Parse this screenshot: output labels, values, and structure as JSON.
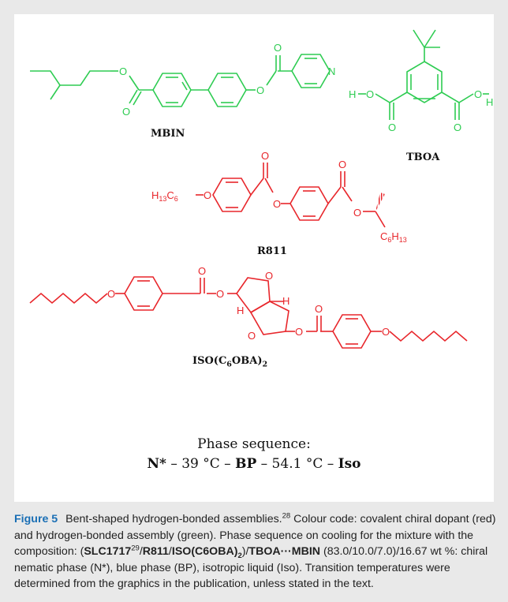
{
  "compounds": {
    "mbin": {
      "label": "MBIN",
      "color": "#2ecc52"
    },
    "tboa": {
      "label": "TBOA",
      "color": "#2ecc52"
    },
    "r811": {
      "label": "R811",
      "color": "#e8262b"
    },
    "iso": {
      "label_main": "ISO(C",
      "label_sub": "6",
      "label_mid": "OBA)",
      "label_sub2": "2",
      "color": "#e8262b"
    }
  },
  "atoms": {
    "o": "O",
    "n": "N",
    "h": "H",
    "h13c6": "H13C6",
    "c6h13": "C6H13"
  },
  "phase": {
    "title": "Phase sequence:",
    "n_star": "N*",
    "t1": "– 39 °C –",
    "bp": "BP",
    "t2": "– 54.1 °C –",
    "iso": "Iso"
  },
  "caption": {
    "fig_label": "Figure 5",
    "part1": "Bent-shaped hydrogen-bonded assemblies.",
    "ref1": "28",
    "part2": " Colour code: covalent chiral dopant (red) and hydrogen-bonded assembly (green). Phase sequence on cooling for the mixture with the composition: (",
    "slc": "SLC1717",
    "ref2": "29",
    "slash1": "/",
    "r811": "R811",
    "slash2": "/",
    "iso_a": "ISO(C6OBA)",
    "iso_sub": "2",
    "close": ")/",
    "tboa_mbin": "TBOA···MBIN",
    "part3": " (83.0/10.0/7.0)/16.67 wt %: chiral nematic phase (N*), blue phase (BP), isotropic liquid (Iso). Transition temperatures were determined from the graphics in the publication, unless stated in the text."
  }
}
